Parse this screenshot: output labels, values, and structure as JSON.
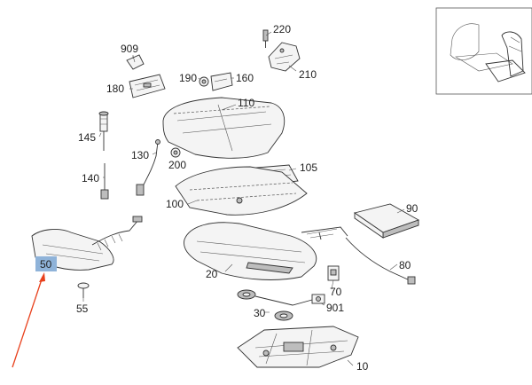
{
  "diagram": {
    "highlight_color": "#8fb3d9",
    "arrow_color": "#e8401c",
    "highlighted_part": "50",
    "labels": {
      "p220": "220",
      "p909": "909",
      "p210": "210",
      "p180": "180",
      "p190": "190",
      "p160": "160",
      "p110": "110",
      "p145": "145",
      "p130": "130",
      "p200": "200",
      "p105": "105",
      "p140": "140",
      "p100": "100",
      "p90": "90",
      "p50": "50",
      "p20": "20",
      "p80": "80",
      "p70": "70",
      "p55": "55",
      "p30": "30",
      "p901": "901",
      "p10": "10"
    }
  }
}
